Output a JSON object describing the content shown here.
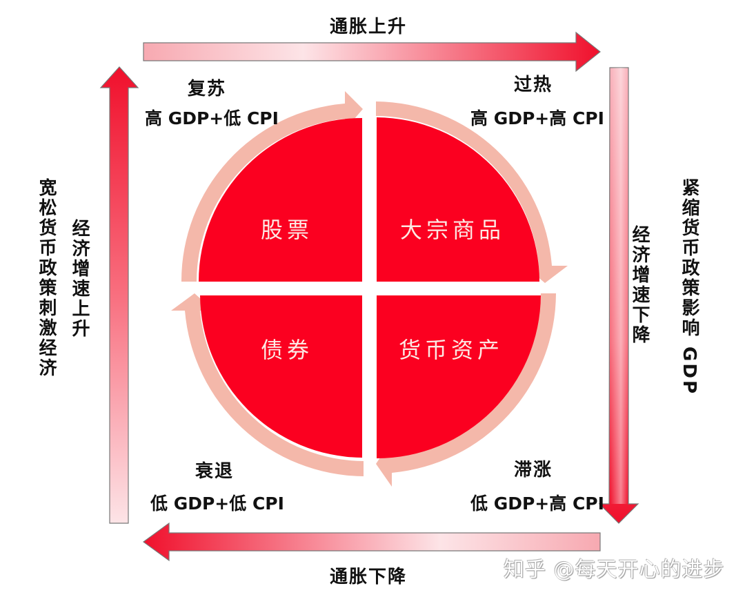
{
  "colors": {
    "quadrant_fill": "#fb0020",
    "ring_fill": "#f4b8aa",
    "arrow_strong": "#f0102c",
    "arrow_light": "#fde0e3",
    "arrow_border": "#666666",
    "text": "#111111",
    "asset_text": "#fde9e4"
  },
  "axes": {
    "top": {
      "label": "通胀上升",
      "direction": "right"
    },
    "bottom": {
      "label": "通胀下降",
      "direction": "left"
    },
    "left": {
      "label": "经济增速上升",
      "direction": "up",
      "policy": "宽松货币政策刺激经济"
    },
    "right": {
      "label": "经济增速下降",
      "direction": "down",
      "policy": "紧缩货币政策影响 GDP"
    }
  },
  "phases": [
    {
      "name": "复苏",
      "condition": "高 GDP+低 CPI",
      "asset": "股票",
      "position": "top-left"
    },
    {
      "name": "过热",
      "condition": "高 GDP+高 CPI",
      "asset": "大宗商品",
      "position": "top-right"
    },
    {
      "name": "衰退",
      "condition": "低 GDP+低 CPI",
      "asset": "债券",
      "position": "bottom-left"
    },
    {
      "name": "滞涨",
      "condition": "低 GDP+高 CPI",
      "asset": "货币资产",
      "position": "bottom-right"
    }
  ],
  "cycle_order": [
    "复苏",
    "过热",
    "滞涨",
    "衰退"
  ],
  "watermark": "知乎 @每天开心的进步"
}
